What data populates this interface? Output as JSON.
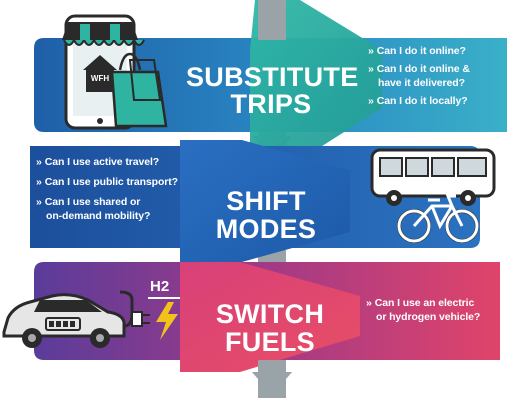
{
  "sections": [
    {
      "title_line1": "SUBSTITUTE",
      "title_line2": "TRIPS",
      "questions": [
        "Can I do it online?",
        "Can I do it online &",
        "have it delivered?",
        "Can I do it locally?"
      ]
    },
    {
      "title": "SHIFT MODES",
      "questions": [
        "Can I use active travel?",
        "Can I use public transport?",
        "Can I use shared or",
        "on-demand mobility?"
      ]
    },
    {
      "title": "SWITCH FUELS",
      "questions": [
        "Can I use an electric",
        "or hydrogen vehicle?"
      ]
    }
  ],
  "shop_sign": "WFH",
  "h2_label": "H2",
  "bullet": "»",
  "colors": {
    "band1": "#2b7fc0",
    "band2": "#1e5fae",
    "band3": "#b23a7e",
    "teal": "#2fb4a2",
    "arrow_grey": "#9aa3a8"
  }
}
